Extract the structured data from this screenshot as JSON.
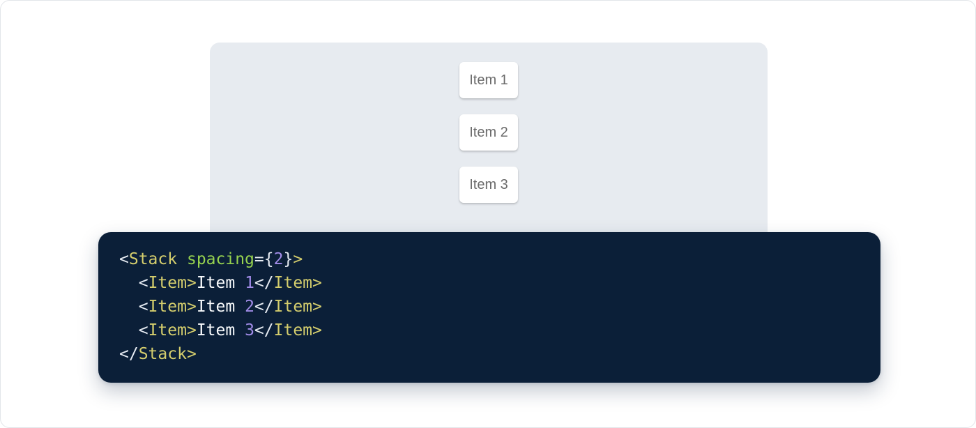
{
  "page": {
    "background": "#ffffff",
    "border_color": "#e2e5e9"
  },
  "demo": {
    "panel_bg": "#e7ebf0",
    "item_text_color": "#6b6b6b",
    "items": [
      {
        "label": "Item 1"
      },
      {
        "label": "Item 2"
      },
      {
        "label": "Item 3"
      }
    ]
  },
  "code": {
    "background": "#0b1f38",
    "colors": {
      "tag": "#d5ce6d",
      "attr": "#96d24f",
      "number": "#a18ce8",
      "punctuation": "#e7ecf3",
      "text": "#f8fafc"
    },
    "source": "<Stack spacing={2}>\n  <Item>Item 1</Item>\n  <Item>Item 2</Item>\n  <Item>Item 3</Item>\n</Stack>",
    "lines": [
      [
        {
          "t": "punct",
          "v": "<"
        },
        {
          "t": "tag",
          "v": "Stack"
        },
        {
          "t": "plain",
          "v": " "
        },
        {
          "t": "attr",
          "v": "spacing"
        },
        {
          "t": "punct",
          "v": "={"
        },
        {
          "t": "num",
          "v": "2"
        },
        {
          "t": "punct",
          "v": "}"
        },
        {
          "t": "tag",
          "v": ">"
        }
      ],
      [
        {
          "t": "plain",
          "v": "  "
        },
        {
          "t": "punct",
          "v": "<"
        },
        {
          "t": "tag",
          "v": "Item"
        },
        {
          "t": "tag",
          "v": ">"
        },
        {
          "t": "plain",
          "v": "Item "
        },
        {
          "t": "num",
          "v": "1"
        },
        {
          "t": "punct",
          "v": "</"
        },
        {
          "t": "tag",
          "v": "Item"
        },
        {
          "t": "tag",
          "v": ">"
        }
      ],
      [
        {
          "t": "plain",
          "v": "  "
        },
        {
          "t": "punct",
          "v": "<"
        },
        {
          "t": "tag",
          "v": "Item"
        },
        {
          "t": "tag",
          "v": ">"
        },
        {
          "t": "plain",
          "v": "Item "
        },
        {
          "t": "num",
          "v": "2"
        },
        {
          "t": "punct",
          "v": "</"
        },
        {
          "t": "tag",
          "v": "Item"
        },
        {
          "t": "tag",
          "v": ">"
        }
      ],
      [
        {
          "t": "plain",
          "v": "  "
        },
        {
          "t": "punct",
          "v": "<"
        },
        {
          "t": "tag",
          "v": "Item"
        },
        {
          "t": "tag",
          "v": ">"
        },
        {
          "t": "plain",
          "v": "Item "
        },
        {
          "t": "num",
          "v": "3"
        },
        {
          "t": "punct",
          "v": "</"
        },
        {
          "t": "tag",
          "v": "Item"
        },
        {
          "t": "tag",
          "v": ">"
        }
      ],
      [
        {
          "t": "punct",
          "v": "</"
        },
        {
          "t": "tag",
          "v": "Stack"
        },
        {
          "t": "tag",
          "v": ">"
        }
      ]
    ]
  }
}
